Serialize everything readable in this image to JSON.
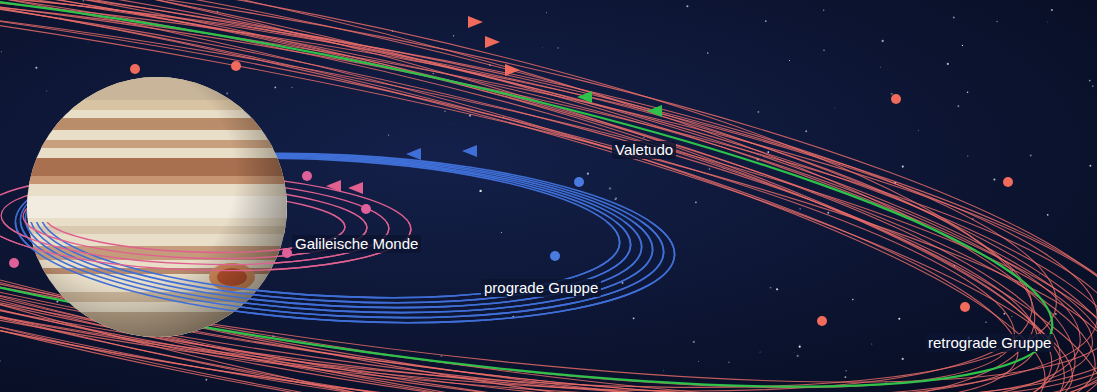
{
  "diagram": {
    "labels": [
      "Valetudo",
      "Galileische Monde",
      "prograde Gruppe",
      "retrograde Gruppe"
    ]
  }
}
